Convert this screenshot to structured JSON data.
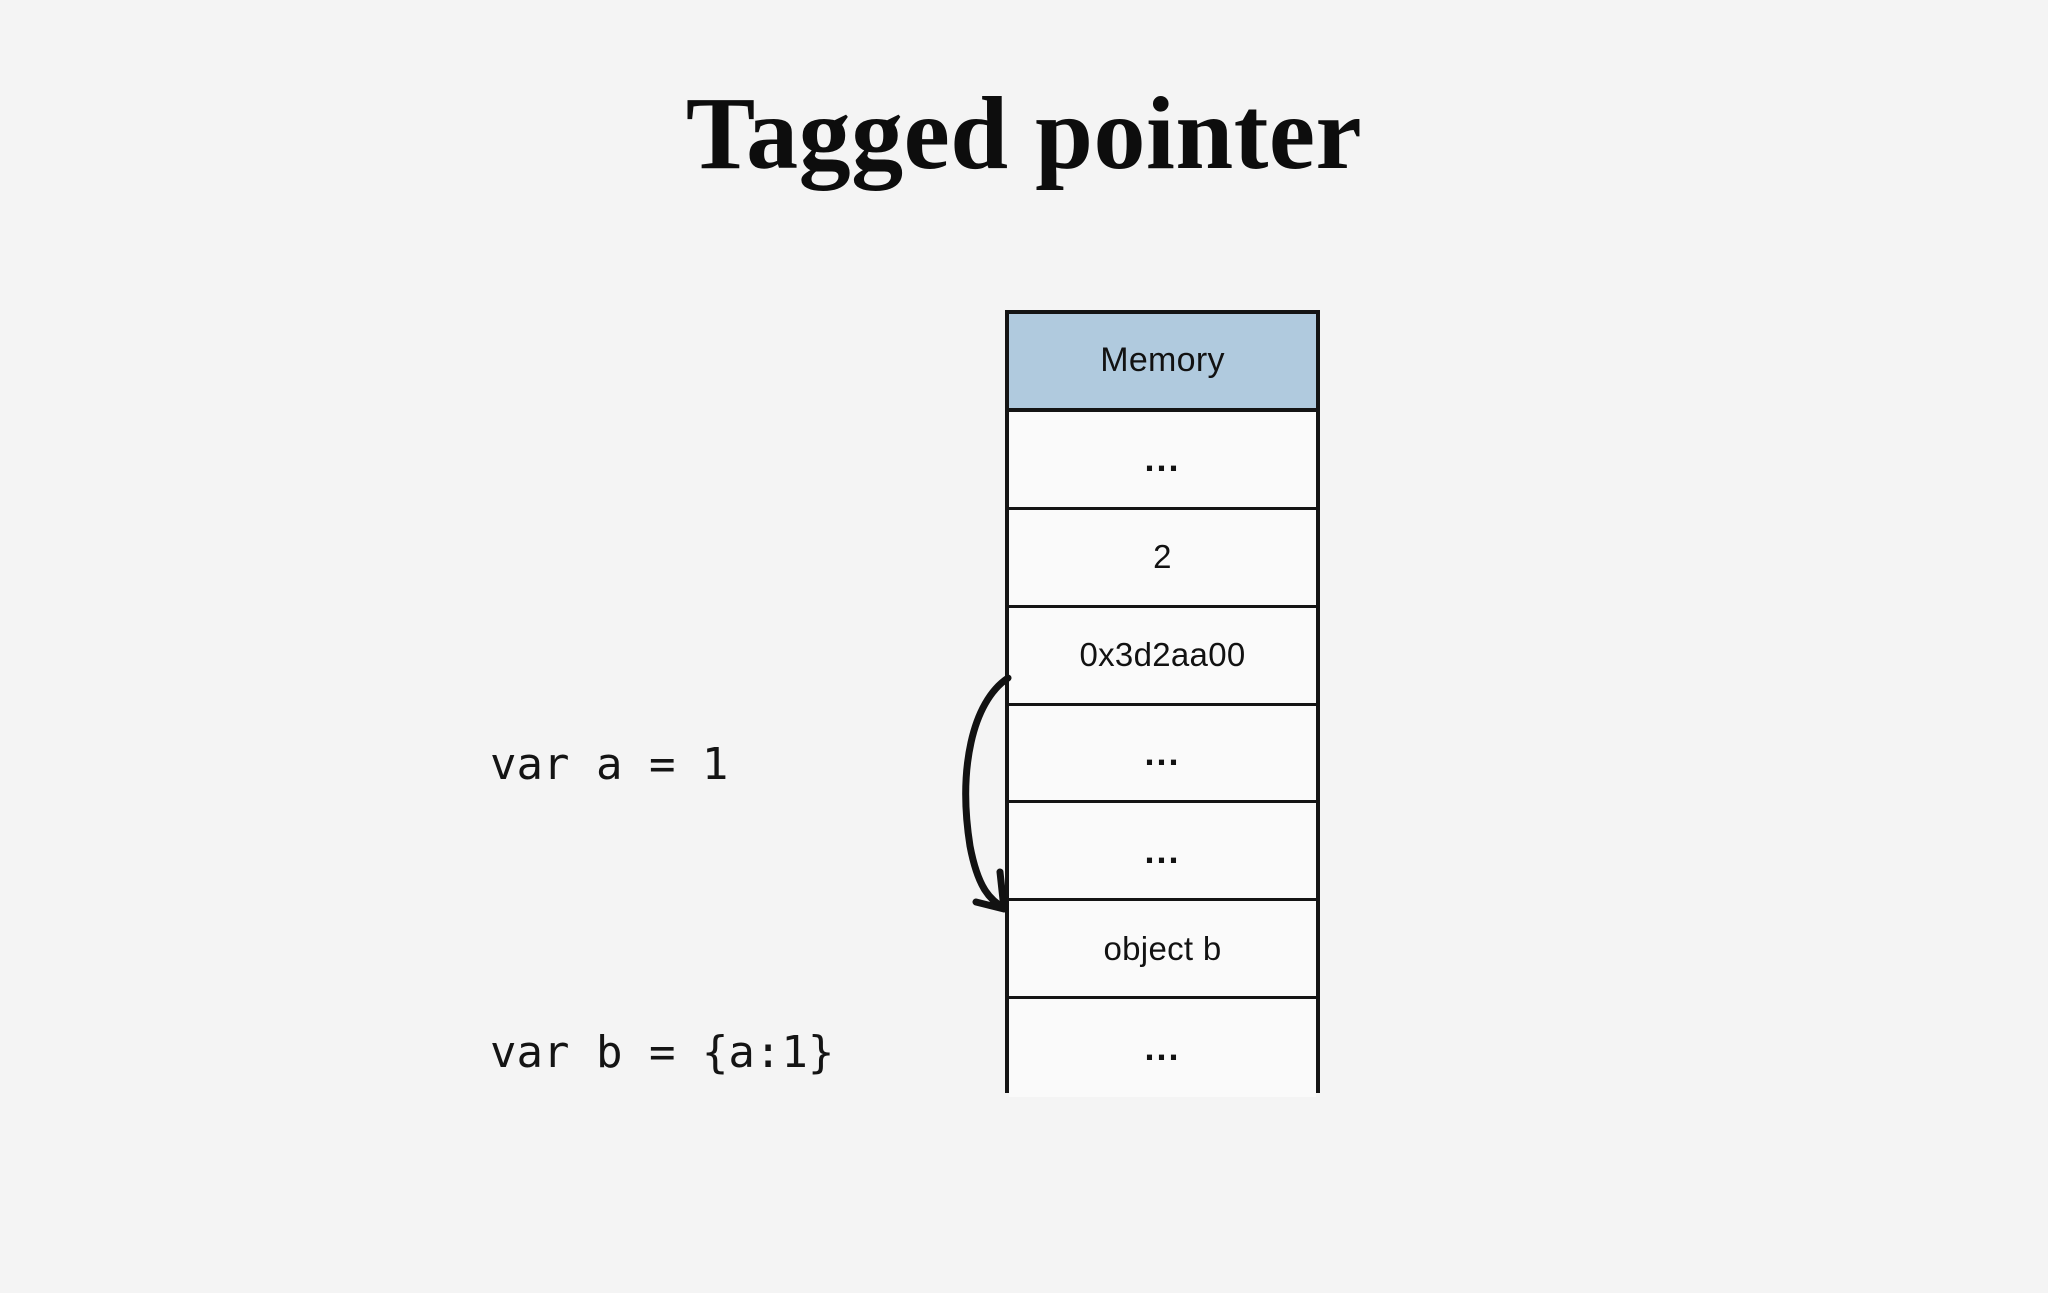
{
  "slide": {
    "title": "Tagged pointer",
    "background_color": "#f4f4f4"
  },
  "code": {
    "lines": [
      "var a = 1",
      "var b = {a:1}"
    ]
  },
  "memory_table": {
    "header": "Memory",
    "header_color": "#b0cade",
    "border_color": "#141414",
    "cell_color": "#fafafa",
    "rows": [
      {
        "label": "...",
        "kind": "ellipsis"
      },
      {
        "label": "2",
        "kind": "value"
      },
      {
        "label": "0x3d2aa00",
        "kind": "address"
      },
      {
        "label": "...",
        "kind": "ellipsis"
      },
      {
        "label": "...",
        "kind": "ellipsis"
      },
      {
        "label": "object b",
        "kind": "object"
      },
      {
        "label": "...",
        "kind": "ellipsis"
      }
    ]
  },
  "annotation": {
    "arrow_name": "pointer-arrow",
    "arrow_color": "#121212",
    "from_row": "0x3d2aa00",
    "to_row": "object b"
  }
}
